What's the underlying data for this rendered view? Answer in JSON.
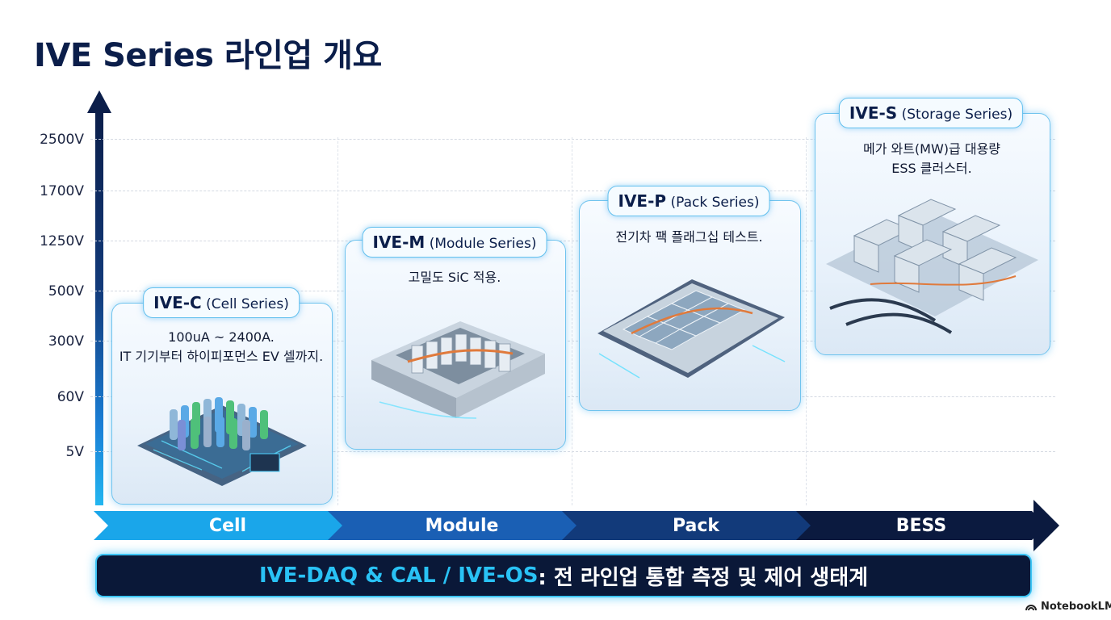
{
  "title": "IVE Series 라인업 개요",
  "axis": {
    "ticks": [
      "2500V",
      "1700V",
      "1250V",
      "500V",
      "300V",
      "60V",
      "5V"
    ]
  },
  "products": [
    {
      "name": "IVE-C",
      "series": "(Cell Series)",
      "lines": [
        "100uA ~ 2400A.",
        "IT 기기부터 하이피포먼스 EV 셀까지."
      ]
    },
    {
      "name": "IVE-M",
      "series": "(Module Series)",
      "lines": [
        "고밀도 SiC 적용."
      ]
    },
    {
      "name": "IVE-P",
      "series": "(Pack Series)",
      "lines": [
        "전기차 팩 플래그십 테스트."
      ]
    },
    {
      "name": "IVE-S",
      "series": "(Storage Series)",
      "lines": [
        "메가 와트(MW)급 대용량",
        "ESS 클러스터."
      ]
    }
  ],
  "stages": [
    "Cell",
    "Module",
    "Pack",
    "BESS"
  ],
  "banner": {
    "highlight": "IVE-DAQ & CAL / IVE-OS",
    "rest": " : 전 라인업 통합 측정 및 제어 생태계"
  },
  "brand": "NotebookLM",
  "colors": {
    "navy": "#0b1e4a",
    "accent": "#29c2f5",
    "stage_cell": "#1aa6ea",
    "stage_module": "#1a5fb4",
    "stage_pack": "#123a7a",
    "stage_bess": "#0b1a3f"
  },
  "icons": [
    "up-arrow-icon",
    "battery-cell-icon",
    "battery-module-icon",
    "battery-pack-icon",
    "ess-container-icon",
    "notebooklm-logo-icon"
  ]
}
